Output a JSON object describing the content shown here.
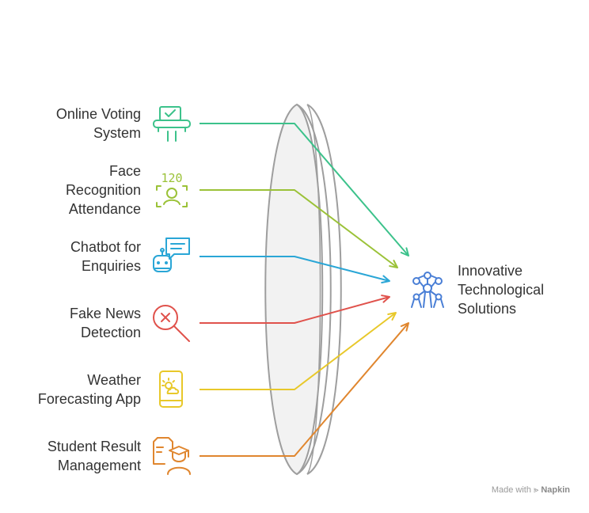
{
  "inputs": [
    {
      "lines": [
        "Online Voting",
        "System"
      ],
      "icon": "ballot-box-icon",
      "color": "#3cc28b"
    },
    {
      "lines": [
        "Face",
        "Recognition",
        "Attendance"
      ],
      "icon": "face-scan-icon",
      "color": "#9bc238",
      "icon_text": "120"
    },
    {
      "lines": [
        "Chatbot for",
        "Enquiries"
      ],
      "icon": "chatbot-icon",
      "color": "#2aa6d6"
    },
    {
      "lines": [
        "Fake News",
        "Detection"
      ],
      "icon": "magnifier-x-icon",
      "color": "#e0524c"
    },
    {
      "lines": [
        "Weather",
        "Forecasting App"
      ],
      "icon": "weather-phone-icon",
      "color": "#e8c82a"
    },
    {
      "lines": [
        "Student Result",
        "Management"
      ],
      "icon": "graduate-document-icon",
      "color": "#e0862e"
    }
  ],
  "output": {
    "lines": [
      "Innovative",
      "Technological",
      "Solutions"
    ],
    "icon": "network-people-icon",
    "color": "#4a7fd6"
  },
  "lens": {
    "fill": "#f2f2f2",
    "stroke": "#9e9e9e"
  },
  "brand": {
    "prefix": "Made with",
    "name": "Napkin"
  }
}
